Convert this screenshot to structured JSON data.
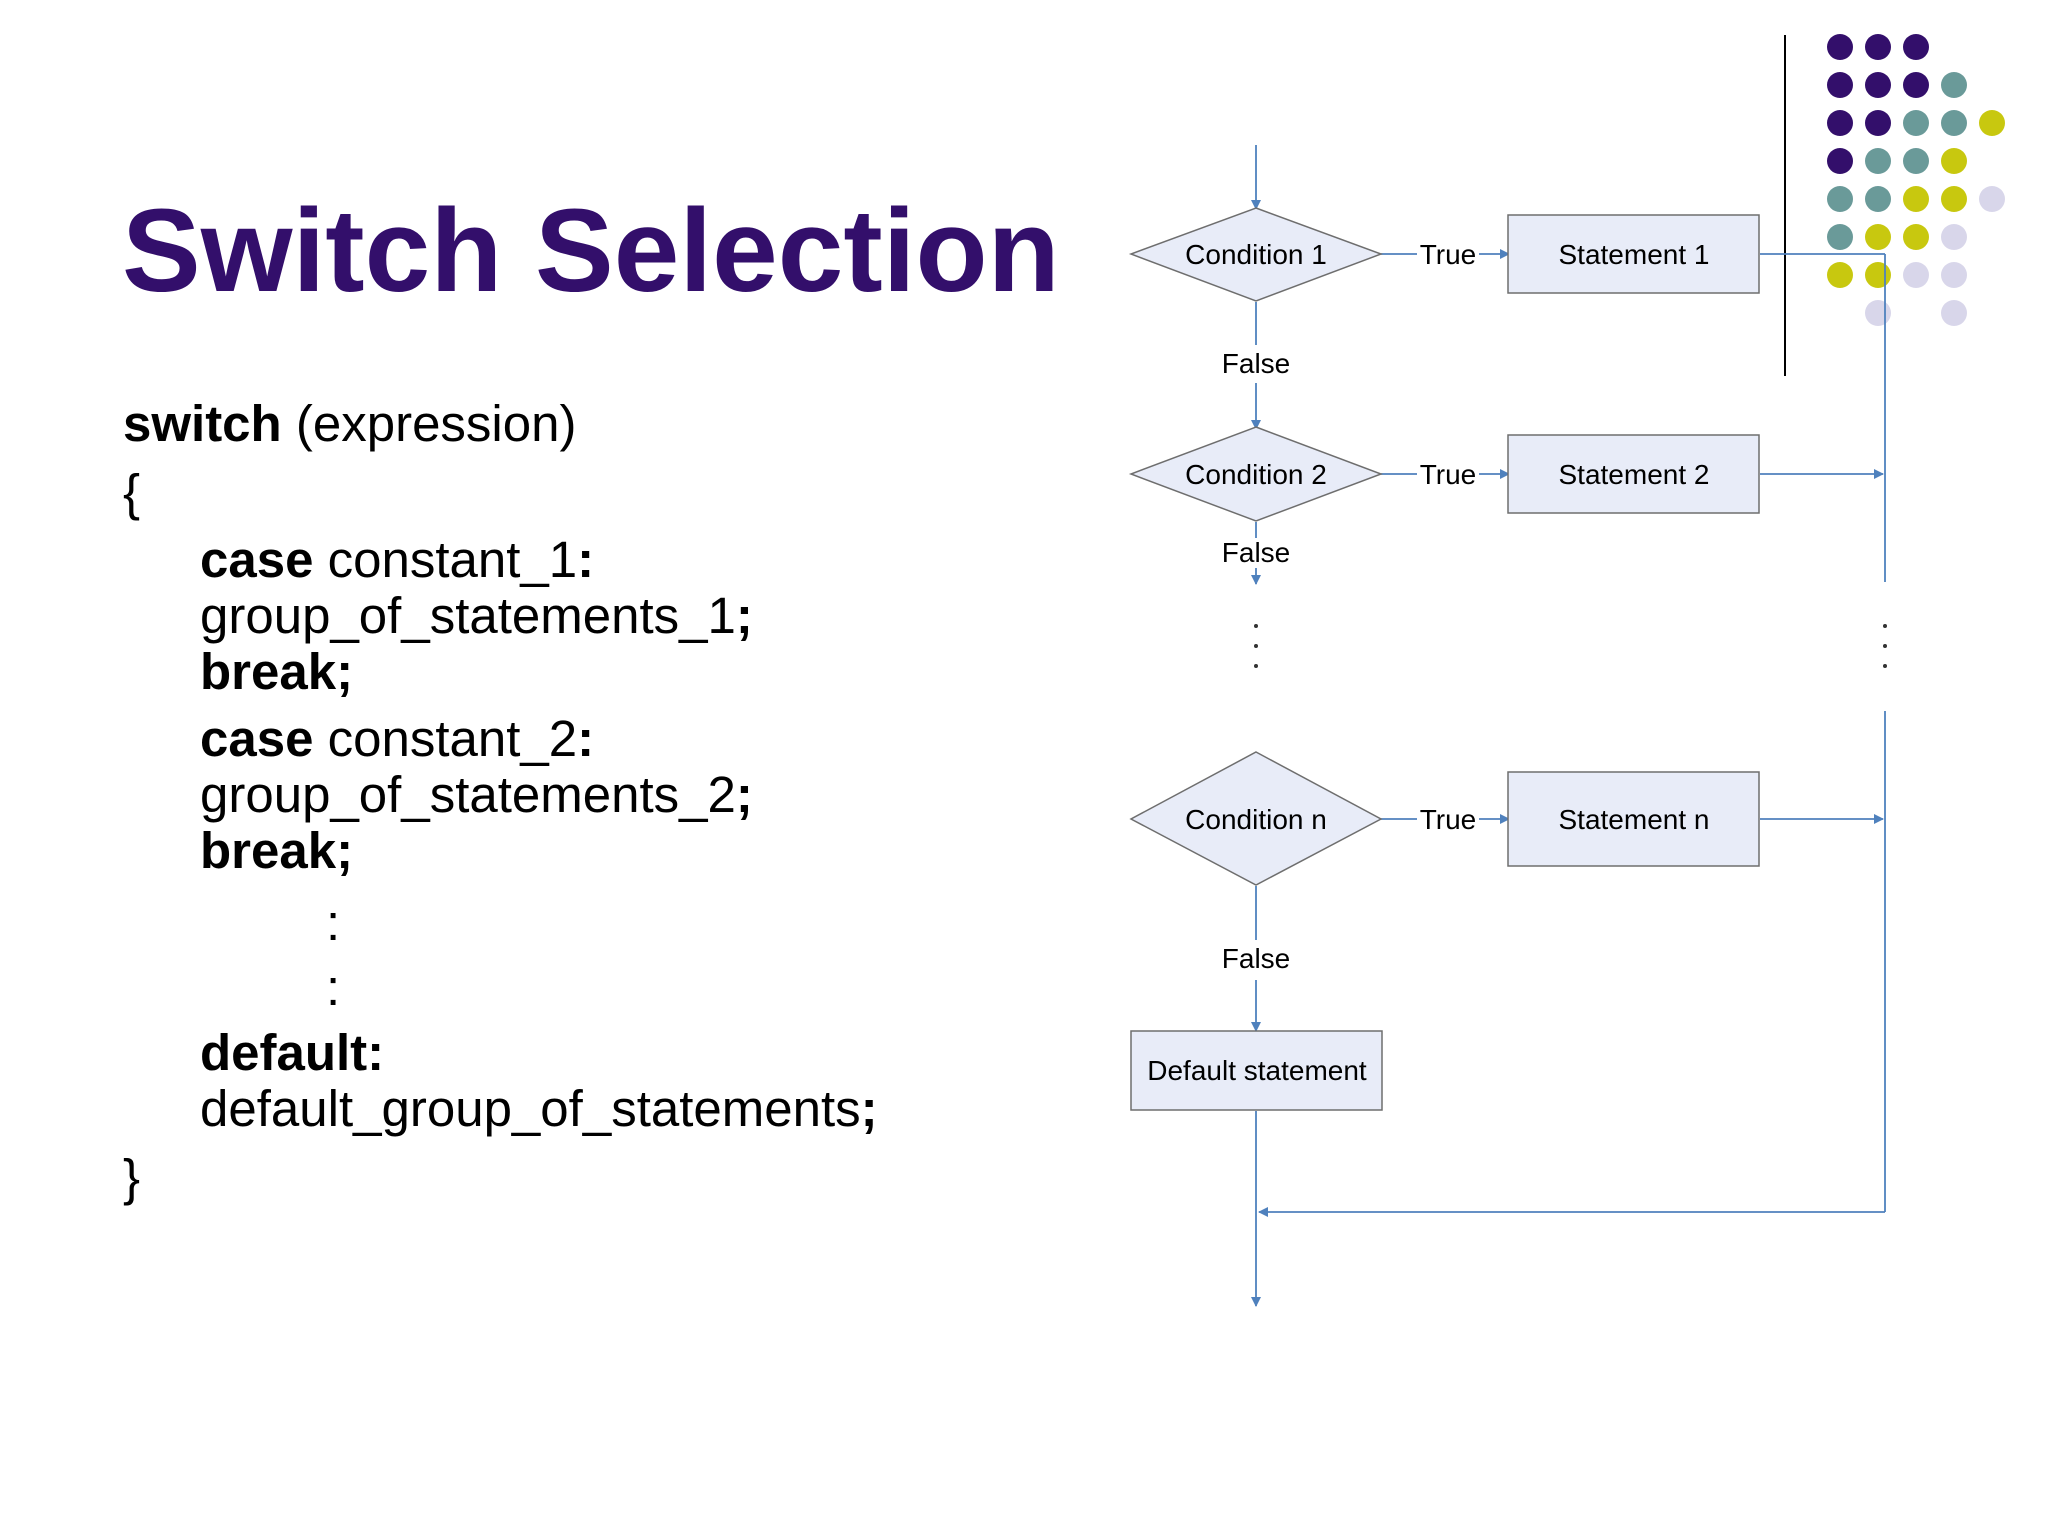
{
  "title": "Switch Selection",
  "code": {
    "switch_kw": "switch",
    "switch_expr": " (expression)",
    "open_brace": "{",
    "case1_kw": "case",
    "case1_const": " constant_1",
    "case1_colon": ":",
    "case1_group": "group_of_statements_1",
    "case1_semi": ";",
    "case1_break": "break;",
    "case2_kw": "case",
    "case2_const": " constant_2",
    "case2_colon": ":",
    "case2_group": "group_of_statements_2",
    "case2_semi": ";",
    "case2_break": "break;",
    "ellipsis_1": ":",
    "ellipsis_2": ":",
    "default_kw": "default:",
    "default_group": "default_group_of_statements",
    "default_semi": ";",
    "close_brace": "}"
  },
  "flowchart": {
    "condition_1": "Condition 1",
    "condition_2": "Condition 2",
    "condition_n": "Condition n",
    "statement_1": "Statement 1",
    "statement_2": "Statement 2",
    "statement_n": "Statement n",
    "default_statement": "Default statement",
    "true_1": "True",
    "true_2": "True",
    "true_n": "True",
    "false_1": "False",
    "false_2": "False",
    "false_n": "False"
  },
  "colors": {
    "title": "#330f6b",
    "shape_fill": "#e8ecf8",
    "shape_stroke": "#6e6e6e",
    "connector": "#4f81bd",
    "dot_purple": "#330f6b",
    "dot_teal": "#6a9a99",
    "dot_yellow": "#c8c80f",
    "dot_lavender": "#d8d6ea"
  }
}
